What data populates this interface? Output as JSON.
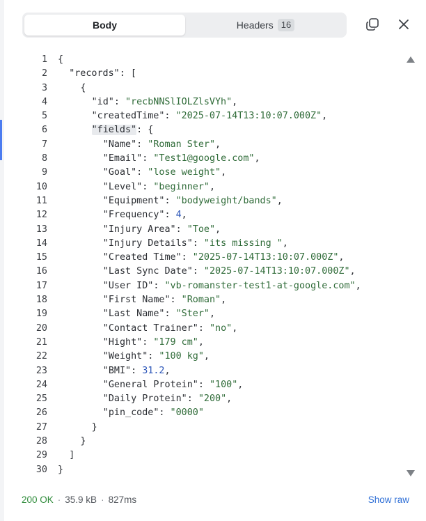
{
  "tabs": {
    "body_label": "Body",
    "headers_label": "Headers",
    "headers_count": "16"
  },
  "toolbar": {
    "copy_icon": "copy-icon",
    "close_icon": "close-icon"
  },
  "code_lines": [
    {
      "n": "1",
      "indent": 0,
      "parts": [
        {
          "t": "{",
          "c": "p"
        }
      ]
    },
    {
      "n": "2",
      "indent": 1,
      "parts": [
        {
          "t": "\"records\"",
          "c": "k"
        },
        {
          "t": ": [",
          "c": "p"
        }
      ]
    },
    {
      "n": "3",
      "indent": 2,
      "parts": [
        {
          "t": "{",
          "c": "p"
        }
      ]
    },
    {
      "n": "4",
      "indent": 3,
      "parts": [
        {
          "t": "\"id\"",
          "c": "k"
        },
        {
          "t": ": ",
          "c": "p"
        },
        {
          "t": "\"recbNNSlIOLZlsVYh\"",
          "c": "s"
        },
        {
          "t": ",",
          "c": "p"
        }
      ]
    },
    {
      "n": "5",
      "indent": 3,
      "parts": [
        {
          "t": "\"createdTime\"",
          "c": "k"
        },
        {
          "t": ": ",
          "c": "p"
        },
        {
          "t": "\"2025-07-14T13:10:07.000Z\"",
          "c": "s"
        },
        {
          "t": ",",
          "c": "p"
        }
      ]
    },
    {
      "n": "6",
      "indent": 3,
      "parts": [
        {
          "t": "\"fields\"",
          "c": "k hl"
        },
        {
          "t": ": {",
          "c": "p"
        }
      ]
    },
    {
      "n": "7",
      "indent": 4,
      "parts": [
        {
          "t": "\"Name\"",
          "c": "k"
        },
        {
          "t": ": ",
          "c": "p"
        },
        {
          "t": "\"Roman Ster\"",
          "c": "s"
        },
        {
          "t": ",",
          "c": "p"
        }
      ]
    },
    {
      "n": "8",
      "indent": 4,
      "parts": [
        {
          "t": "\"Email\"",
          "c": "k"
        },
        {
          "t": ": ",
          "c": "p"
        },
        {
          "t": "\"Test1@google.com\"",
          "c": "s"
        },
        {
          "t": ",",
          "c": "p"
        }
      ]
    },
    {
      "n": "9",
      "indent": 4,
      "parts": [
        {
          "t": "\"Goal\"",
          "c": "k"
        },
        {
          "t": ": ",
          "c": "p"
        },
        {
          "t": "\"lose weight\"",
          "c": "s"
        },
        {
          "t": ",",
          "c": "p"
        }
      ]
    },
    {
      "n": "10",
      "indent": 4,
      "parts": [
        {
          "t": "\"Level\"",
          "c": "k"
        },
        {
          "t": ": ",
          "c": "p"
        },
        {
          "t": "\"beginner\"",
          "c": "s"
        },
        {
          "t": ",",
          "c": "p"
        }
      ]
    },
    {
      "n": "11",
      "indent": 4,
      "parts": [
        {
          "t": "\"Equipment\"",
          "c": "k"
        },
        {
          "t": ": ",
          "c": "p"
        },
        {
          "t": "\"bodyweight/bands\"",
          "c": "s"
        },
        {
          "t": ",",
          "c": "p"
        }
      ]
    },
    {
      "n": "12",
      "indent": 4,
      "parts": [
        {
          "t": "\"Frequency\"",
          "c": "k"
        },
        {
          "t": ": ",
          "c": "p"
        },
        {
          "t": "4",
          "c": "n"
        },
        {
          "t": ",",
          "c": "p"
        }
      ]
    },
    {
      "n": "13",
      "indent": 4,
      "parts": [
        {
          "t": "\"Injury Area\"",
          "c": "k"
        },
        {
          "t": ": ",
          "c": "p"
        },
        {
          "t": "\"Toe\"",
          "c": "s"
        },
        {
          "t": ",",
          "c": "p"
        }
      ]
    },
    {
      "n": "14",
      "indent": 4,
      "parts": [
        {
          "t": "\"Injury Details\"",
          "c": "k"
        },
        {
          "t": ": ",
          "c": "p"
        },
        {
          "t": "\"its missing \"",
          "c": "s"
        },
        {
          "t": ",",
          "c": "p"
        }
      ]
    },
    {
      "n": "15",
      "indent": 4,
      "parts": [
        {
          "t": "\"Created Time\"",
          "c": "k"
        },
        {
          "t": ": ",
          "c": "p"
        },
        {
          "t": "\"2025-07-14T13:10:07.000Z\"",
          "c": "s"
        },
        {
          "t": ",",
          "c": "p"
        }
      ]
    },
    {
      "n": "16",
      "indent": 4,
      "parts": [
        {
          "t": "\"Last Sync Date\"",
          "c": "k"
        },
        {
          "t": ": ",
          "c": "p"
        },
        {
          "t": "\"2025-07-14T13:10:07.000Z\"",
          "c": "s"
        },
        {
          "t": ",",
          "c": "p"
        }
      ]
    },
    {
      "n": "17",
      "indent": 4,
      "parts": [
        {
          "t": "\"User ID\"",
          "c": "k"
        },
        {
          "t": ": ",
          "c": "p"
        },
        {
          "t": "\"vb-romanster-test1-at-google.com\"",
          "c": "s"
        },
        {
          "t": ",",
          "c": "p"
        }
      ]
    },
    {
      "n": "18",
      "indent": 4,
      "parts": [
        {
          "t": "\"First Name\"",
          "c": "k"
        },
        {
          "t": ": ",
          "c": "p"
        },
        {
          "t": "\"Roman\"",
          "c": "s"
        },
        {
          "t": ",",
          "c": "p"
        }
      ]
    },
    {
      "n": "19",
      "indent": 4,
      "parts": [
        {
          "t": "\"Last Name\"",
          "c": "k"
        },
        {
          "t": ": ",
          "c": "p"
        },
        {
          "t": "\"Ster\"",
          "c": "s"
        },
        {
          "t": ",",
          "c": "p"
        }
      ]
    },
    {
      "n": "20",
      "indent": 4,
      "parts": [
        {
          "t": "\"Contact Trainer\"",
          "c": "k"
        },
        {
          "t": ": ",
          "c": "p"
        },
        {
          "t": "\"no\"",
          "c": "s"
        },
        {
          "t": ",",
          "c": "p"
        }
      ]
    },
    {
      "n": "21",
      "indent": 4,
      "parts": [
        {
          "t": "\"Hight\"",
          "c": "k"
        },
        {
          "t": ": ",
          "c": "p"
        },
        {
          "t": "\"179 cm\"",
          "c": "s"
        },
        {
          "t": ",",
          "c": "p"
        }
      ]
    },
    {
      "n": "22",
      "indent": 4,
      "parts": [
        {
          "t": "\"Weight\"",
          "c": "k"
        },
        {
          "t": ": ",
          "c": "p"
        },
        {
          "t": "\"100 kg\"",
          "c": "s"
        },
        {
          "t": ",",
          "c": "p"
        }
      ]
    },
    {
      "n": "23",
      "indent": 4,
      "parts": [
        {
          "t": "\"BMI\"",
          "c": "k"
        },
        {
          "t": ": ",
          "c": "p"
        },
        {
          "t": "31.2",
          "c": "n"
        },
        {
          "t": ",",
          "c": "p"
        }
      ]
    },
    {
      "n": "24",
      "indent": 4,
      "parts": [
        {
          "t": "\"General Protein\"",
          "c": "k"
        },
        {
          "t": ": ",
          "c": "p"
        },
        {
          "t": "\"100\"",
          "c": "s"
        },
        {
          "t": ",",
          "c": "p"
        }
      ]
    },
    {
      "n": "25",
      "indent": 4,
      "parts": [
        {
          "t": "\"Daily Protein\"",
          "c": "k"
        },
        {
          "t": ": ",
          "c": "p"
        },
        {
          "t": "\"200\"",
          "c": "s"
        },
        {
          "t": ",",
          "c": "p"
        }
      ]
    },
    {
      "n": "26",
      "indent": 4,
      "parts": [
        {
          "t": "\"pin_code\"",
          "c": "k"
        },
        {
          "t": ": ",
          "c": "p"
        },
        {
          "t": "\"0000\"",
          "c": "s"
        }
      ]
    },
    {
      "n": "27",
      "indent": 3,
      "parts": [
        {
          "t": "}",
          "c": "p"
        }
      ]
    },
    {
      "n": "28",
      "indent": 2,
      "parts": [
        {
          "t": "}",
          "c": "p"
        }
      ]
    },
    {
      "n": "29",
      "indent": 1,
      "parts": [
        {
          "t": "]",
          "c": "p"
        }
      ]
    },
    {
      "n": "30",
      "indent": 0,
      "parts": [
        {
          "t": "}",
          "c": "p"
        }
      ]
    }
  ],
  "status": {
    "code": "200 OK",
    "separator": "·",
    "size": "35.9 kB",
    "time": "827ms",
    "show_raw": "Show raw"
  },
  "colors": {
    "status_ok": "#2e8b3a",
    "link": "#2f6fd6",
    "string": "#2f6b38",
    "number": "#2b55b8"
  }
}
